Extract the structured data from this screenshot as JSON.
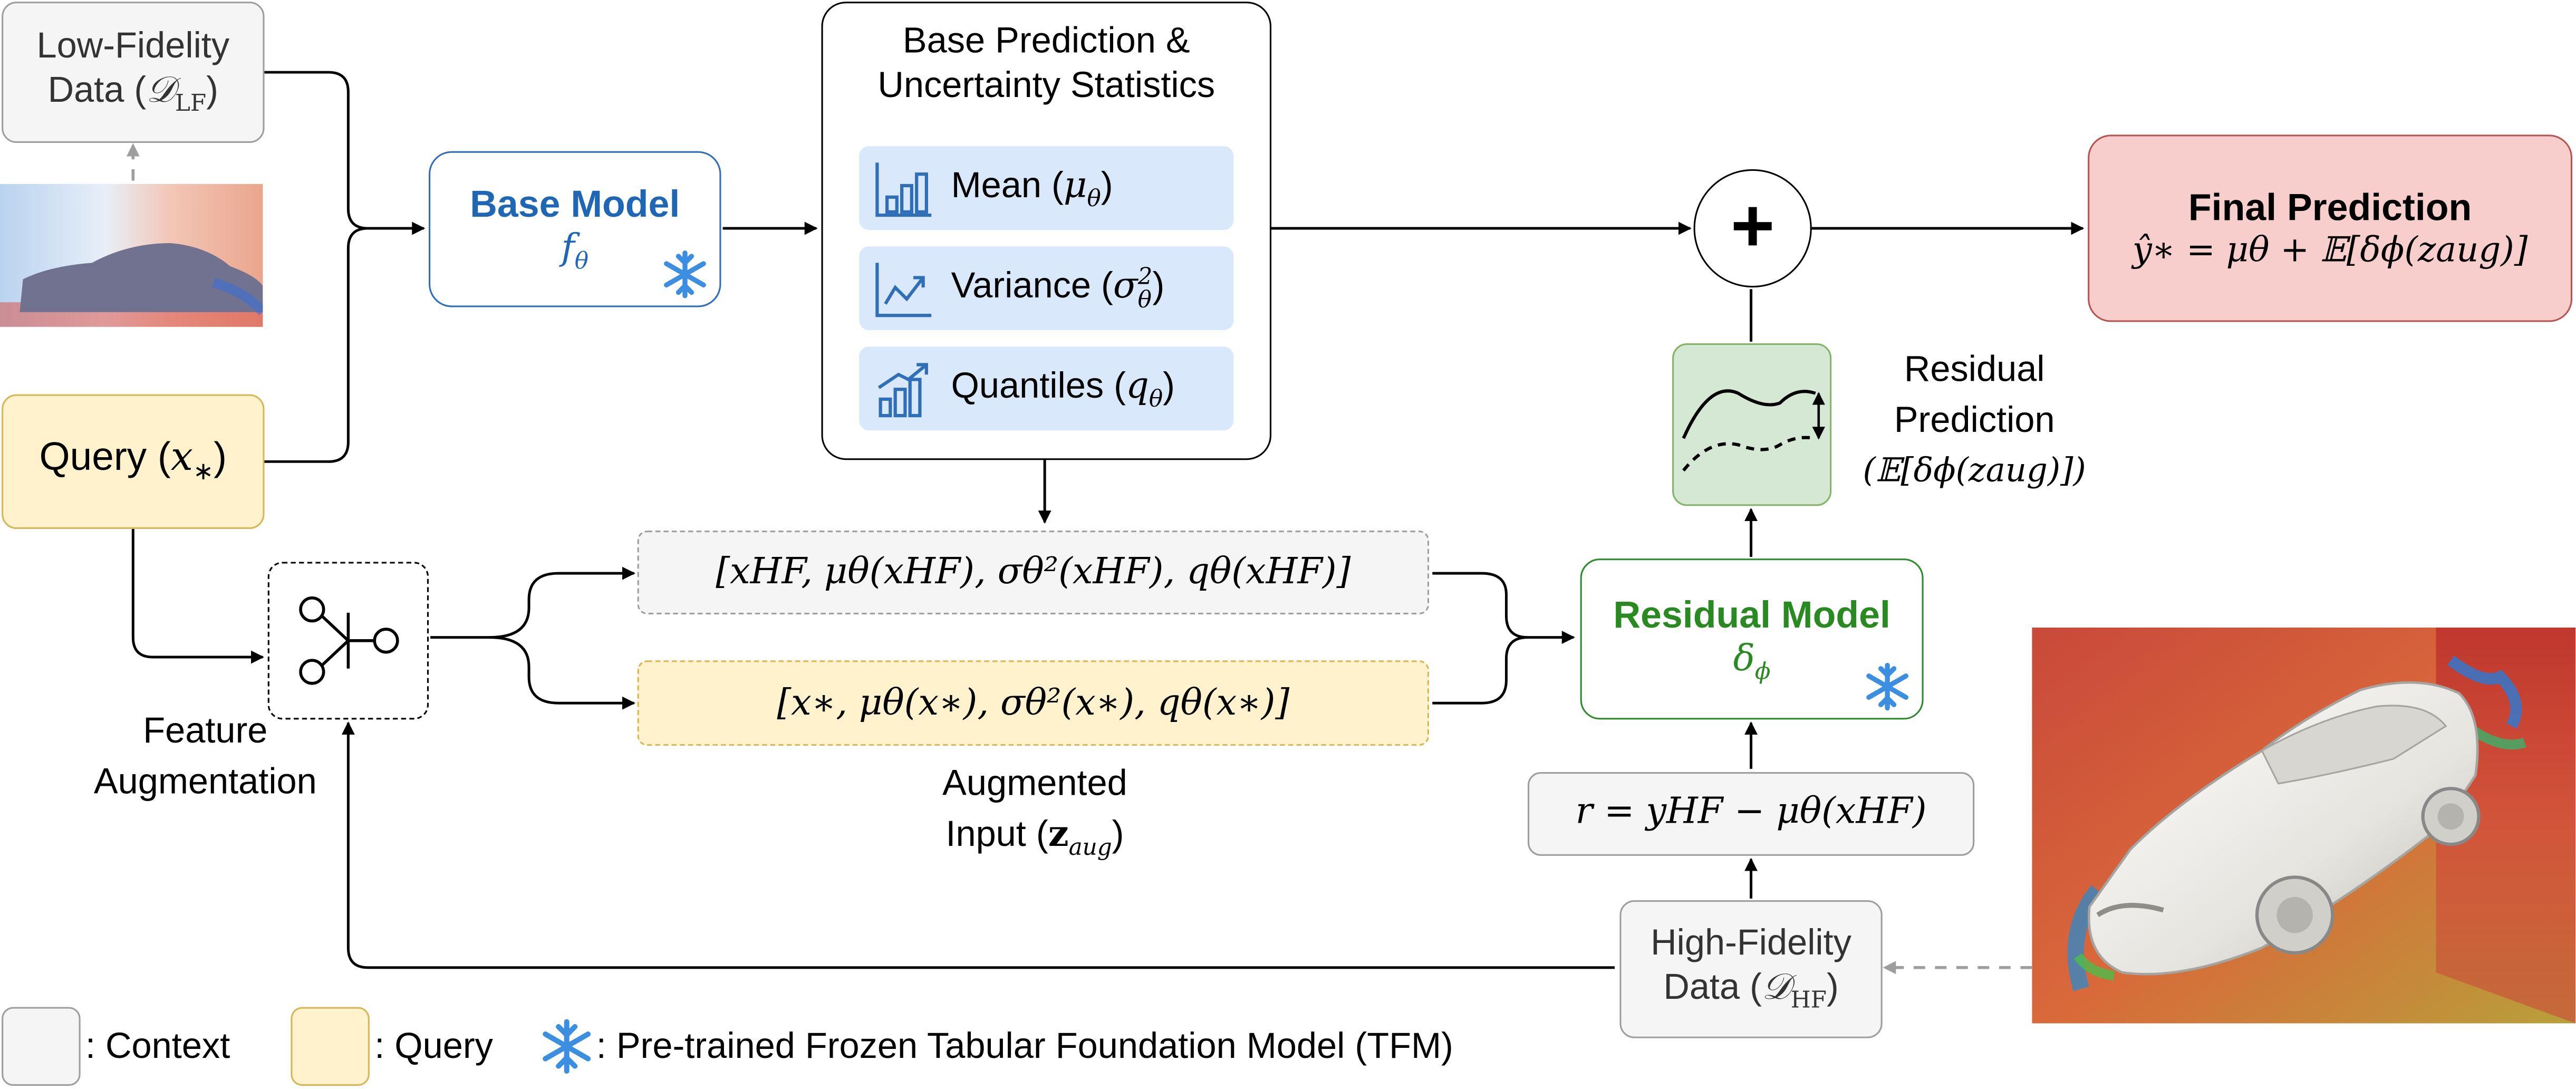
{
  "low_fidelity": {
    "line1": "Low-Fidelity",
    "line2_text": "Data (",
    "symbol": "𝒟",
    "subscript": "LF",
    "close": ")"
  },
  "query_box": {
    "text": "Query (",
    "symbol": "x",
    "subscript": "∗",
    "close": ")"
  },
  "base_model": {
    "title": "Base Model",
    "symbol": "f",
    "subscript": "θ"
  },
  "stats_panel": {
    "title_line1": "Base Prediction &",
    "title_line2": "Uncertainty Statistics",
    "items": [
      {
        "label": "Mean (",
        "symbol": "μ",
        "sub": "θ",
        "sup": "",
        "close": ")",
        "icon": "bar-chart-icon"
      },
      {
        "label": "Variance (",
        "symbol": "σ",
        "sub": "θ",
        "sup": "2",
        "close": ")",
        "icon": "line-trend-icon"
      },
      {
        "label": "Quantiles (",
        "symbol": "q",
        "sub": "θ",
        "sup": "",
        "close": ")",
        "icon": "growth-chart-icon"
      }
    ]
  },
  "plus_symbol": "+",
  "final_prediction": {
    "title": "Final Prediction",
    "formula": "ŷ∗ = μθ + 𝔼[δϕ(zaug)]"
  },
  "residual_prediction": {
    "line1": "Residual",
    "line2": "Prediction",
    "formula": "(𝔼[δϕ(zaug)])"
  },
  "residual_model": {
    "title": "Residual Model",
    "symbol": "δ",
    "subscript": "ϕ"
  },
  "hf_vector": "[xHF, μθ(xHF), σθ²(xHF), qθ(xHF)]",
  "query_vector": "[x∗, μθ(x∗), σθ²(x∗), qθ(x∗)]",
  "augmented_input": {
    "line1": "Augmented",
    "line2": "Input (",
    "symbol": "z",
    "subscript": "aug",
    "close": ")"
  },
  "feature_augmentation": {
    "line1": "Feature",
    "line2": "Augmentation"
  },
  "residual_formula": "r = yHF − μθ(xHF)",
  "high_fidelity": {
    "line1": "High-Fidelity",
    "line2_text": "Data (",
    "symbol": "𝒟",
    "subscript": "HF",
    "close": ")"
  },
  "legend": {
    "context": ": Context",
    "query": ": Query",
    "tfm": ": Pre-trained Frozen Tabular Foundation Model (TFM)"
  },
  "colors": {
    "blue": "#1f66b5",
    "green": "#2a8a22",
    "context_fill": "#f5f5f5",
    "query_fill": "#fff2cc",
    "final_fill": "#f8cecc",
    "stats_fill": "#dae8fc",
    "snowflake": "#3c8fe0"
  }
}
